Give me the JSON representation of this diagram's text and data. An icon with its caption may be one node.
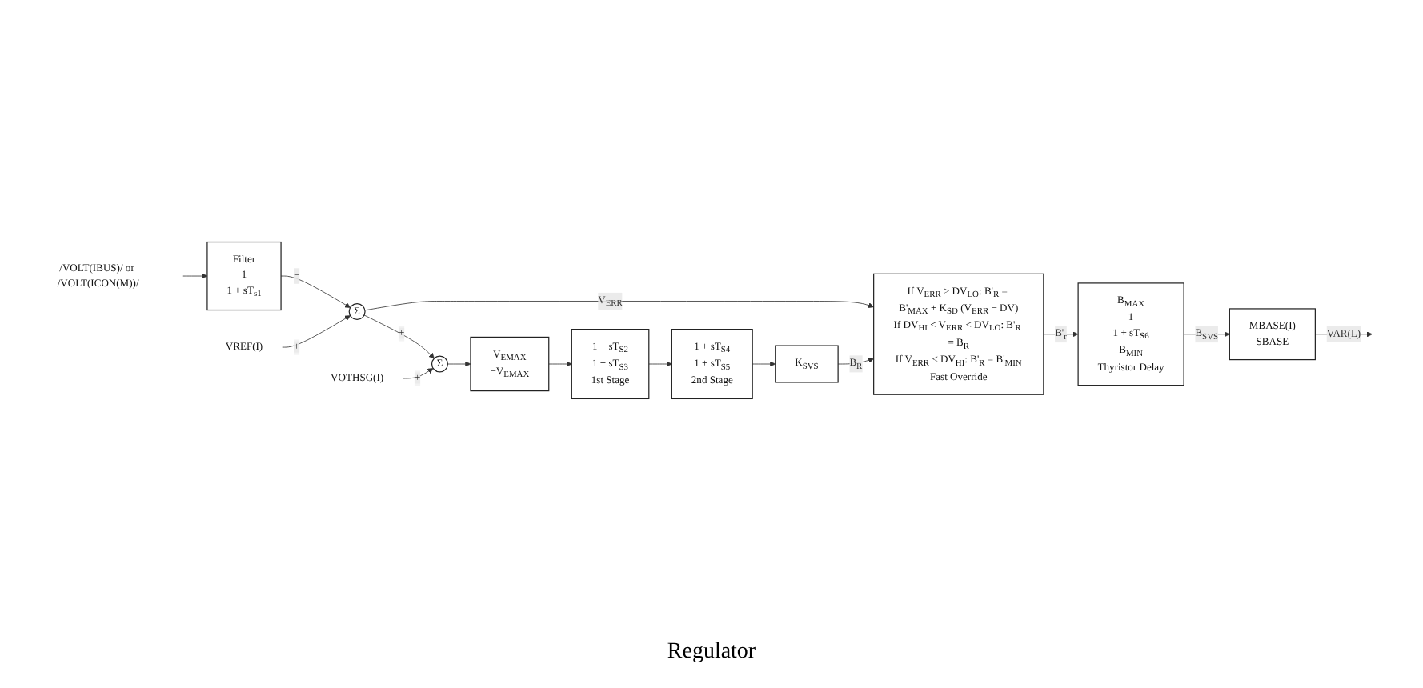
{
  "diagram": {
    "nodes": [
      {
        "text": [
          "/VOLT(IBUS)/ or /VOLT(ICON(M))/"
        ]
      },
      {
        "text": [
          "Filter",
          "1",
          "1 + sT$_{s1}$"
        ]
      },
      {
        "text": [
          "Σ"
        ]
      },
      {
        "text": [
          "VREF(I)"
        ]
      },
      {
        "text": [
          "Σ"
        ]
      },
      {
        "text": [
          "VOTHSG(I)"
        ]
      },
      {
        "text": [
          "V$_{EMAX}$",
          "−V$_{EMAX}$"
        ]
      },
      {
        "text": [
          "1 + sT$_{S2}$",
          "1 + sT$_{S3}$",
          "1st Stage"
        ]
      },
      {
        "text": [
          "1 + sT$_{S4}$",
          "1 + sT$_{S5}$",
          "2nd Stage"
        ]
      },
      {
        "text": [
          "K$_{SVS}$"
        ]
      },
      {
        "text": [
          "If V$_{ERR}$ > DV$_{LO}$: B'$_{R}$ = B'$_{MAX}$ + K$_{SD}$ (V$_{ERR}$ − DV)",
          "If DV$_{HI}$ < V$_{ERR}$ < DV$_{LO}$: B'$_{R}$ = B$_{R}$",
          "If V$_{ERR}$ < DV$_{HI}$: B'$_{R}$ = B'$_{MIN}$",
          "Fast Override"
        ]
      },
      {
        "text": [
          "B$_{MAX}$",
          "1",
          "1 + sT$_{S6}$",
          "B$_{MIN}$",
          "Thyristor Delay"
        ]
      },
      {
        "text": [
          "MBASE(I)",
          "SBASE"
        ]
      }
    ],
    "edges": [
      {
        "from": 0,
        "to": 1,
        "arrow": "to"
      },
      {
        "from": 1,
        "to": 2,
        "arrow": "to",
        "label": "−"
      },
      {
        "from": 3,
        "to": 2,
        "arrow": "to",
        "label": "+"
      },
      {
        "from": 2,
        "to": 4,
        "arrow": "to",
        "label": "+"
      },
      {
        "from": 5,
        "to": 4,
        "arrow": "to",
        "label": "+"
      },
      {
        "from": 4,
        "to": 6,
        "arrow": "to"
      },
      {
        "from": 6,
        "to": 7,
        "arrow": "to"
      },
      {
        "from": 7,
        "to": 8,
        "arrow": "to"
      },
      {
        "from": 8,
        "to": 9,
        "arrow": "to"
      },
      {
        "from": 9,
        "to": 10,
        "arrow": "to",
        "label": "B$_{R}$"
      },
      {
        "from": 2,
        "to": 10,
        "arrow": "to",
        "label": "V$_{ERR}$"
      },
      {
        "from": 10,
        "to": 11,
        "arrow": "to",
        "label": "B'$_{r}$"
      },
      {
        "from": 11,
        "to": 12,
        "arrow": "to",
        "label": "B$_{SVS}$"
      },
      {
        "from": 12,
        "to": null,
        "arrow": "to",
        "label": "VAR(L)"
      }
    ],
    "labels": [
      "Regulator"
    ]
  }
}
